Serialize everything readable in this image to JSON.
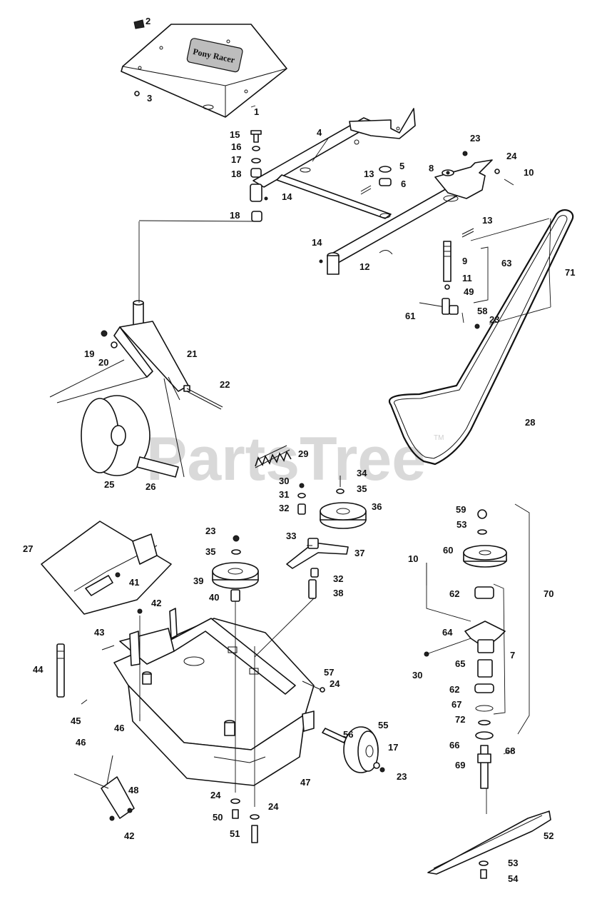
{
  "watermark": "PartsTree",
  "trademark": "TM",
  "logo_text": "Pony Racer",
  "callouts": [
    {
      "id": "c1",
      "label": "1"
    },
    {
      "id": "c2",
      "label": "2"
    },
    {
      "id": "c3",
      "label": "3"
    },
    {
      "id": "c4",
      "label": "4"
    },
    {
      "id": "c5",
      "label": "5"
    },
    {
      "id": "c6",
      "label": "6"
    },
    {
      "id": "c8",
      "label": "8"
    },
    {
      "id": "c9",
      "label": "9"
    },
    {
      "id": "c10a",
      "label": "10"
    },
    {
      "id": "c11",
      "label": "11"
    },
    {
      "id": "c12",
      "label": "12"
    },
    {
      "id": "c13a",
      "label": "13"
    },
    {
      "id": "c13b",
      "label": "13"
    },
    {
      "id": "c14a",
      "label": "14"
    },
    {
      "id": "c14b",
      "label": "14"
    },
    {
      "id": "c15",
      "label": "15"
    },
    {
      "id": "c16",
      "label": "16"
    },
    {
      "id": "c17a",
      "label": "17"
    },
    {
      "id": "c18a",
      "label": "18"
    },
    {
      "id": "c18b",
      "label": "18"
    },
    {
      "id": "c19",
      "label": "19"
    },
    {
      "id": "c20",
      "label": "20"
    },
    {
      "id": "c21",
      "label": "21"
    },
    {
      "id": "c22",
      "label": "22"
    },
    {
      "id": "c23a",
      "label": "23"
    },
    {
      "id": "c24a",
      "label": "24"
    },
    {
      "id": "c49",
      "label": "49"
    },
    {
      "id": "c58",
      "label": "58"
    },
    {
      "id": "c23b",
      "label": "23"
    },
    {
      "id": "c61",
      "label": "61"
    },
    {
      "id": "c63",
      "label": "63"
    },
    {
      "id": "c71",
      "label": "71"
    },
    {
      "id": "c25",
      "label": "25"
    },
    {
      "id": "c26",
      "label": "26"
    },
    {
      "id": "c28",
      "label": "28"
    },
    {
      "id": "c29",
      "label": "29"
    },
    {
      "id": "c30a",
      "label": "30"
    },
    {
      "id": "c31",
      "label": "31"
    },
    {
      "id": "c32a",
      "label": "32"
    },
    {
      "id": "c34",
      "label": "34"
    },
    {
      "id": "c35a",
      "label": "35"
    },
    {
      "id": "c36",
      "label": "36"
    },
    {
      "id": "c33",
      "label": "33"
    },
    {
      "id": "c37",
      "label": "37"
    },
    {
      "id": "c32b",
      "label": "32"
    },
    {
      "id": "c38",
      "label": "38"
    },
    {
      "id": "c23c",
      "label": "23"
    },
    {
      "id": "c35b",
      "label": "35"
    },
    {
      "id": "c39",
      "label": "39"
    },
    {
      "id": "c40",
      "label": "40"
    },
    {
      "id": "c27",
      "label": "27"
    },
    {
      "id": "c41",
      "label": "41"
    },
    {
      "id": "c42a",
      "label": "42"
    },
    {
      "id": "c43",
      "label": "43"
    },
    {
      "id": "c44",
      "label": "44"
    },
    {
      "id": "c45",
      "label": "45"
    },
    {
      "id": "c46a",
      "label": "46"
    },
    {
      "id": "c46b",
      "label": "46"
    },
    {
      "id": "c48",
      "label": "48"
    },
    {
      "id": "c42b",
      "label": "42"
    },
    {
      "id": "c47",
      "label": "47"
    },
    {
      "id": "c24b",
      "label": "24"
    },
    {
      "id": "c50",
      "label": "50"
    },
    {
      "id": "c51",
      "label": "51"
    },
    {
      "id": "c24c",
      "label": "24"
    },
    {
      "id": "c57",
      "label": "57"
    },
    {
      "id": "c24d",
      "label": "24"
    },
    {
      "id": "c56",
      "label": "56"
    },
    {
      "id": "c55",
      "label": "55"
    },
    {
      "id": "c17b",
      "label": "17"
    },
    {
      "id": "c23d",
      "label": "23"
    },
    {
      "id": "c59",
      "label": "59"
    },
    {
      "id": "c53a",
      "label": "53"
    },
    {
      "id": "c60",
      "label": "60"
    },
    {
      "id": "c10b",
      "label": "10"
    },
    {
      "id": "c62a",
      "label": "62"
    },
    {
      "id": "c70",
      "label": "70"
    },
    {
      "id": "c64",
      "label": "64"
    },
    {
      "id": "c30b",
      "label": "30"
    },
    {
      "id": "c65",
      "label": "65"
    },
    {
      "id": "c7",
      "label": "7"
    },
    {
      "id": "c62b",
      "label": "62"
    },
    {
      "id": "c67",
      "label": "67"
    },
    {
      "id": "c72",
      "label": "72"
    },
    {
      "id": "c66",
      "label": "66"
    },
    {
      "id": "c68",
      "label": "68"
    },
    {
      "id": "c69",
      "label": "69"
    },
    {
      "id": "c52",
      "label": "52"
    },
    {
      "id": "c53b",
      "label": "53"
    },
    {
      "id": "c54",
      "label": "54"
    }
  ]
}
